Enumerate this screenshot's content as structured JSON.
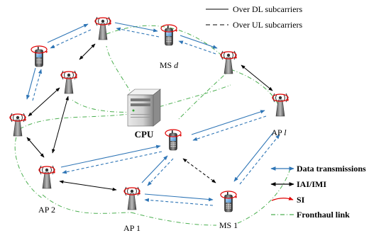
{
  "legend_top": {
    "solid": "Over DL subcarriers",
    "dashed": "Over UL subcarriers"
  },
  "legend_bottom": {
    "data": "Data transmissions",
    "iai": "IAI/IMI",
    "si": "SI",
    "fronthaul": "Fronthaul link"
  },
  "labels": {
    "cpu": "CPU",
    "ap1": "AP 1",
    "ap2": "AP 2",
    "apl_prefix": "AP ",
    "apl_var": "l",
    "ms1": "MS 1",
    "msd_prefix": "MS ",
    "msd_var": "d"
  },
  "colors": {
    "data": "#2e75b6",
    "iai": "#000000",
    "si": "#e00000",
    "fronthaul": "#4caf50"
  }
}
